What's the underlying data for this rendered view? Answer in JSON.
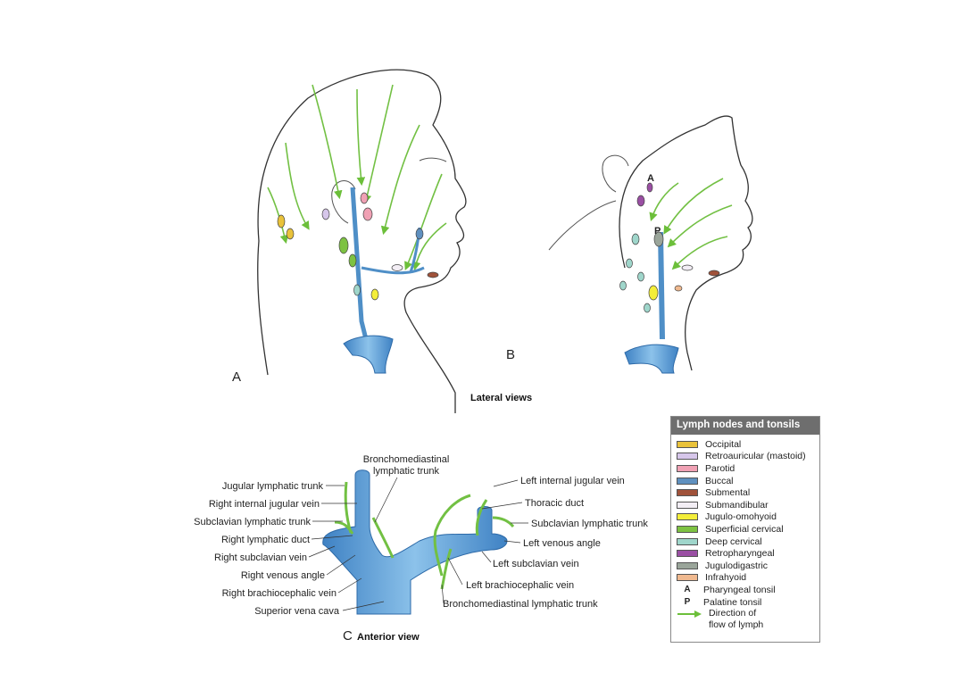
{
  "panels": {
    "a": "A",
    "b": "B",
    "c": "C"
  },
  "captions": {
    "lateral": "Lateral views",
    "anterior": "Anterior view"
  },
  "labels_left": {
    "jugular_trunk": "Jugular lymphatic trunk",
    "right_ijv": "Right internal jugular vein",
    "subclavian_trunk": "Subclavian lymphatic trunk",
    "right_duct": "Right lymphatic duct",
    "right_subclavian": "Right subclavian vein",
    "right_venous_angle": "Right venous angle",
    "right_brachio": "Right brachiocephalic vein",
    "svc": "Superior vena cava"
  },
  "labels_top": {
    "broncho_line1": "Bronchomediastinal",
    "broncho_line2": "lymphatic trunk"
  },
  "labels_right": {
    "left_ijv": "Left internal jugular vein",
    "thoracic_duct": "Thoracic duct",
    "subclavian_trunk": "Subclavian lymphatic trunk",
    "left_venous_angle": "Left venous angle",
    "left_subclavian": "Left subclavian vein",
    "left_brachio": "Left brachiocephalic vein",
    "broncho_trunk": "Bronchomediastinal lymphatic trunk"
  },
  "legend": {
    "title": "Lymph nodes and tonsils",
    "items": [
      {
        "label": "Occipital",
        "color": "#e9c23a"
      },
      {
        "label": "Retroauricular (mastoid)",
        "color": "#d6c6ea"
      },
      {
        "label": "Parotid",
        "color": "#f0a1b4"
      },
      {
        "label": "Buccal",
        "color": "#5f90bf"
      },
      {
        "label": "Submental",
        "color": "#a0523a"
      },
      {
        "label": "Submandibular",
        "color": "#f3eef5"
      },
      {
        "label": "Jugulo-omohyoid",
        "color": "#f4ee3a"
      },
      {
        "label": "Superficial cervical",
        "color": "#7dc242"
      },
      {
        "label": "Deep cervical",
        "color": "#9fd6cb"
      },
      {
        "label": "Retropharyngeal",
        "color": "#9a4fa3"
      },
      {
        "label": "Jugulodigastric",
        "color": "#9aa59a"
      },
      {
        "label": "Infrahyoid",
        "color": "#f0b98f"
      }
    ],
    "symbols": [
      {
        "symbol": "A",
        "label": "Pharyngeal tonsil"
      },
      {
        "symbol": "P",
        "label": "Palatine tonsil"
      }
    ],
    "flow": {
      "line1": "Direction of",
      "line2": "flow of lymph",
      "color": "#6cbf3a"
    }
  }
}
